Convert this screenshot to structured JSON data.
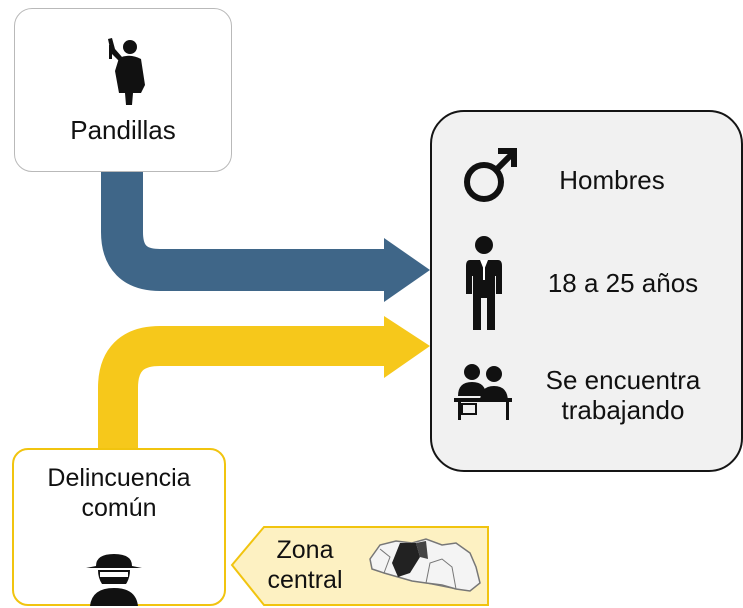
{
  "nodes": {
    "pandillas": {
      "label": "Pandillas",
      "icon": "gang-member-with-gun-icon"
    },
    "delincuencia": {
      "label_line1": "Delincuencia",
      "label_line2": "común",
      "icon": "masked-thief-icon"
    },
    "zona": {
      "label_line1": "Zona",
      "label_line2": "central",
      "icon": "map-icon"
    }
  },
  "profile": {
    "items": [
      {
        "icon": "male-symbol-icon",
        "text": "Hombres"
      },
      {
        "icon": "man-in-suit-icon",
        "text": "18 a 25 años"
      },
      {
        "icon": "people-at-desk-icon",
        "text_line1": "Se encuentra",
        "text_line2": "trabajando"
      }
    ]
  },
  "colors": {
    "blue_arrow": "#3f6688",
    "yellow_arrow": "#f6c81b",
    "yellow_border": "#f1c40f",
    "tag_fill": "#fdf1c2",
    "profile_fill": "#f1f1f1"
  }
}
